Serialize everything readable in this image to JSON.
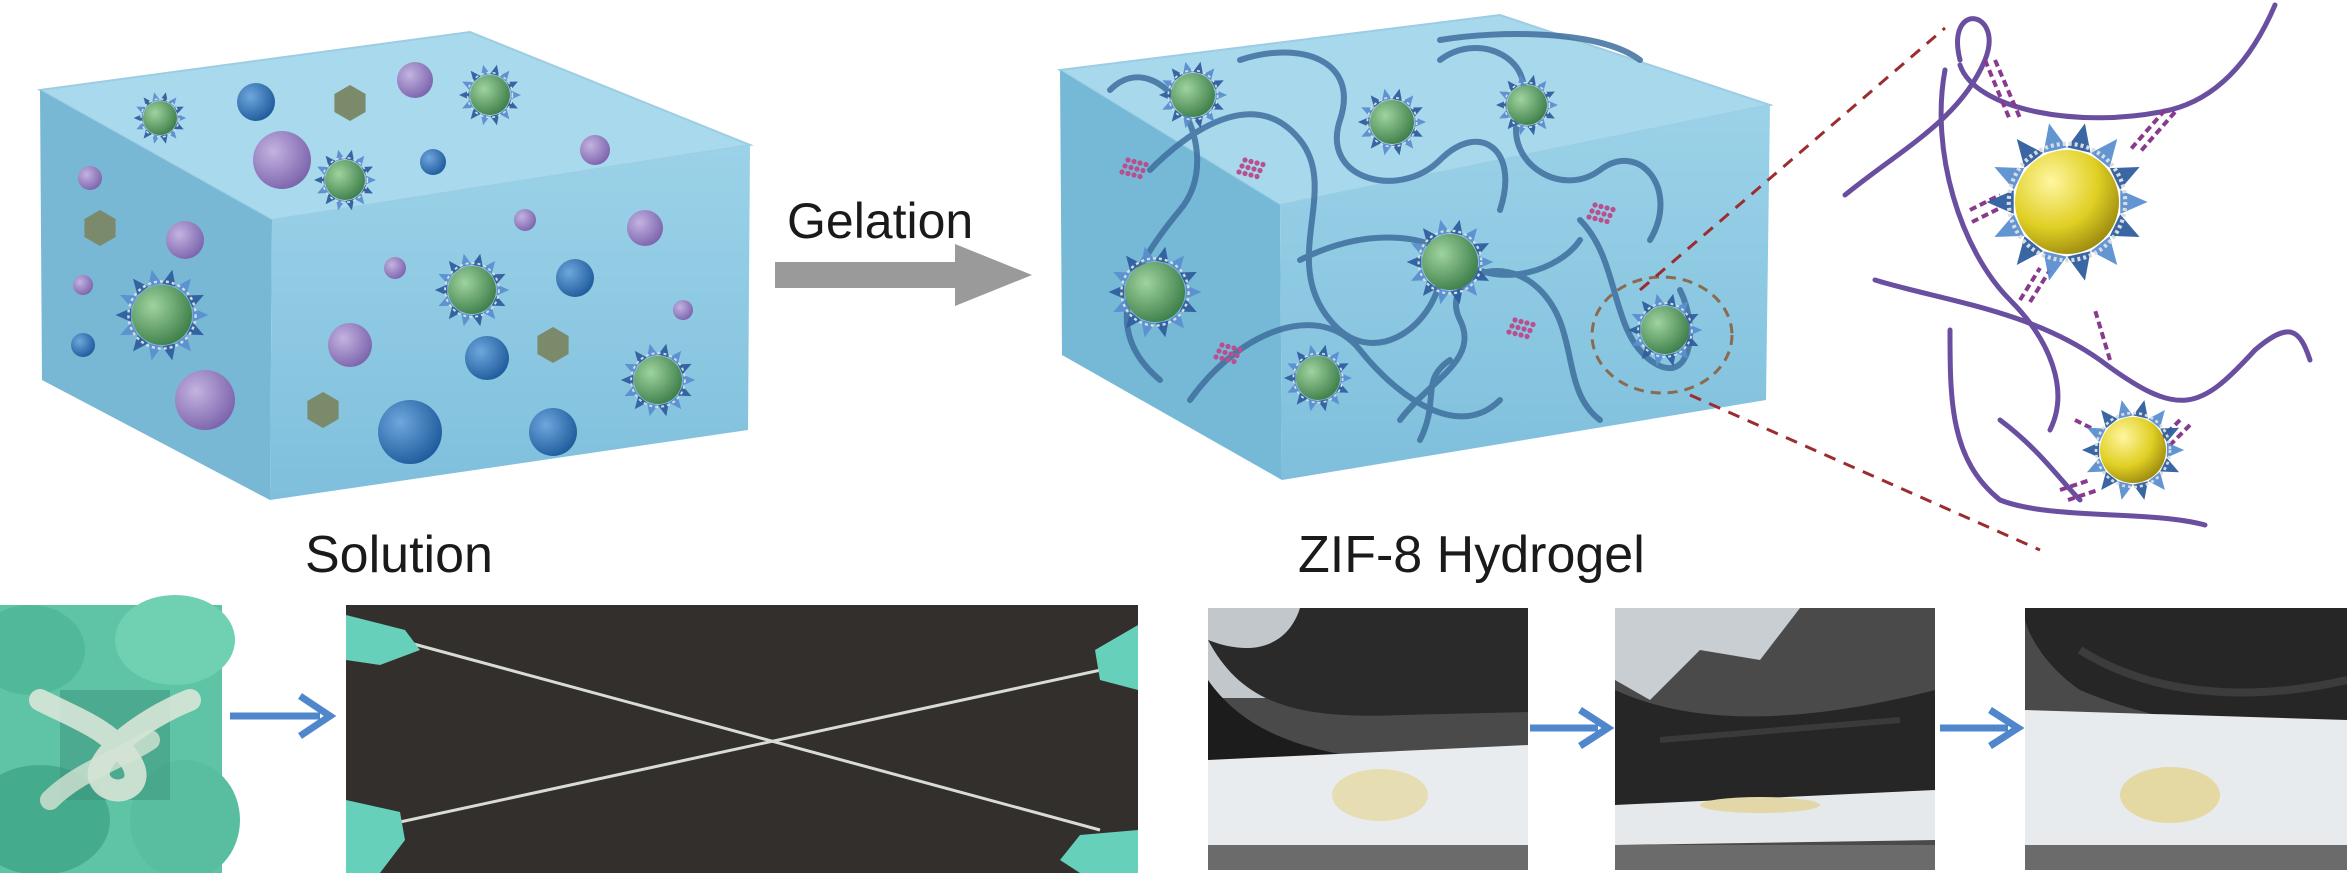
{
  "labels": {
    "gelation": "Gelation",
    "solution": "Solution",
    "hydrogel": "ZIF-8 Hydrogel"
  },
  "colors": {
    "gel_front": "#8fcbe3",
    "gel_top": "#a7d8ec",
    "gel_side": "#76b9d6",
    "polymer": "#3f6f9e",
    "polymer_zoom": "#6a4fa0",
    "particle_core": "#6aa56a",
    "particle_core_zoom": "#e3d72c",
    "crosslink": "#b8508f",
    "arrow_gray": "#9a9a9a",
    "arrow_blue": "#4f86cc",
    "dashed_red": "#9b2d30"
  },
  "photos": [
    {
      "name": "knot-photo"
    },
    {
      "name": "stretched-fibers-photo"
    },
    {
      "name": "tire-before-photo"
    },
    {
      "name": "tire-during-photo"
    },
    {
      "name": "tire-after-photo"
    }
  ]
}
